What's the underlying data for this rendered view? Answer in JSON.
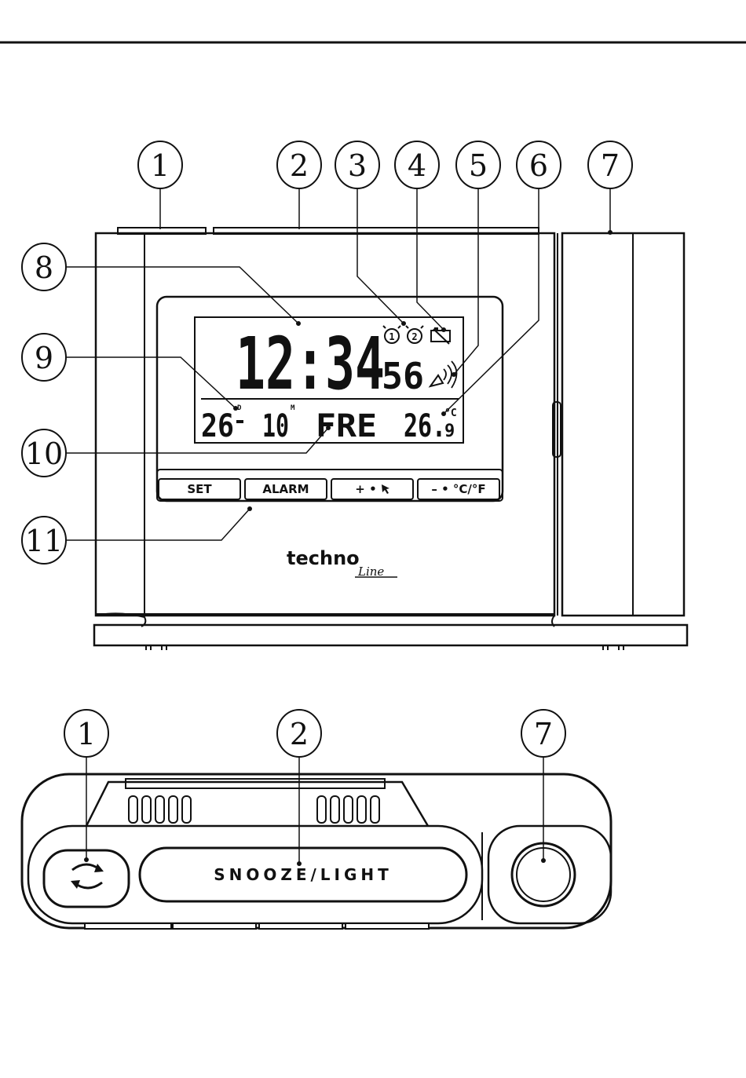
{
  "front_view": {
    "lcd": {
      "time": "12:34",
      "seconds": "56",
      "day": "26",
      "day_marker": "D",
      "month": "10",
      "month_marker": "M",
      "weekday": "FRE",
      "temperature": "26.",
      "temperature_decimal": "9",
      "temp_unit": "°C",
      "alarm1": "1",
      "alarm2": "2"
    },
    "buttons": {
      "set": "SET",
      "alarm": "ALARM",
      "plus": "+ • ",
      "minus": "– • °C/°F"
    },
    "logo": {
      "main": "techno",
      "sub": "Line"
    },
    "callouts": {
      "c1": "1",
      "c2": "2",
      "c3": "3",
      "c4": "4",
      "c5": "5",
      "c6": "6",
      "c7": "7",
      "c8": "8",
      "c9": "9",
      "c10": "10",
      "c11": "11"
    }
  },
  "top_view": {
    "snooze_label": "SNOOZE/LIGHT",
    "callouts": {
      "c1": "1",
      "c2": "2",
      "c7": "7"
    }
  }
}
